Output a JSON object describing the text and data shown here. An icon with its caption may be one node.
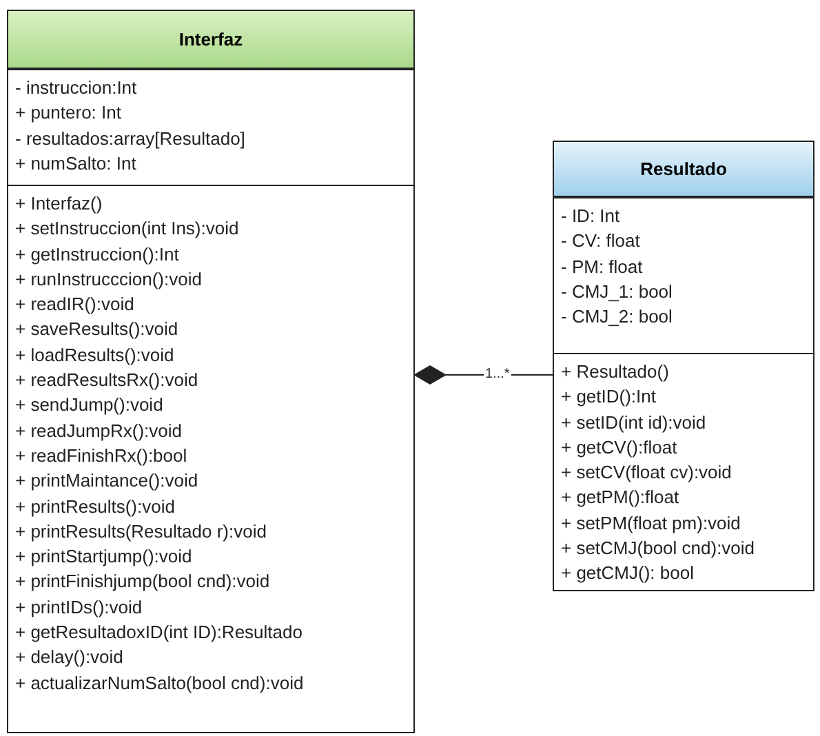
{
  "diagram": {
    "nodes": [
      {
        "text": [
          "Interfaz"
        ]
      },
      {
        "text": [
          "- instruccion:Int",
          "+ puntero: Int",
          "- resultados:array[Resultado]",
          "+ numSalto: Int"
        ],
        "in": 0
      },
      {
        "text": [
          "+ Interfaz()",
          "+ setInstruccion(int Ins):void",
          "+ getInstruccion():Int",
          "+ runInstrucccion():void",
          "+ readIR():void",
          "+ saveResults():void",
          "+ loadResults():void",
          "+ readResultsRx():void",
          "+ sendJump():void",
          "+ readJumpRx():void",
          "+ readFinishRx():bool",
          "+ printMaintance():void",
          "+ printResults():void",
          "+ printResults(Resultado r):void",
          "+ printStartjump():void",
          "+ printFinishjump(bool cnd):void",
          "+ printIDs():void",
          "+ getResultadoxID(int ID):Resultado",
          "+ delay():void",
          "+ actualizarNumSalto(bool cnd):void"
        ],
        "in": 0
      },
      {
        "text": [
          "Resultado"
        ]
      },
      {
        "text": [
          "- ID: Int",
          "- CV: float",
          "- PM: float",
          "- CMJ_1: bool",
          "- CMJ_2: bool"
        ],
        "in": 3
      },
      {
        "text": [
          "+ Resultado()",
          "+ getID():Int",
          "+ setID(int id):void",
          "+ getCV():float",
          "+ setCV(float cv):void",
          "+ getPM():float",
          "+ setPM(float pm):void",
          "+ setCMJ(bool cnd):void",
          "+ getCMJ(): bool"
        ],
        "in": 3
      }
    ],
    "edges": [
      {
        "from": 2,
        "to": 5,
        "arrow": "other",
        "label": "1...*"
      }
    ]
  }
}
